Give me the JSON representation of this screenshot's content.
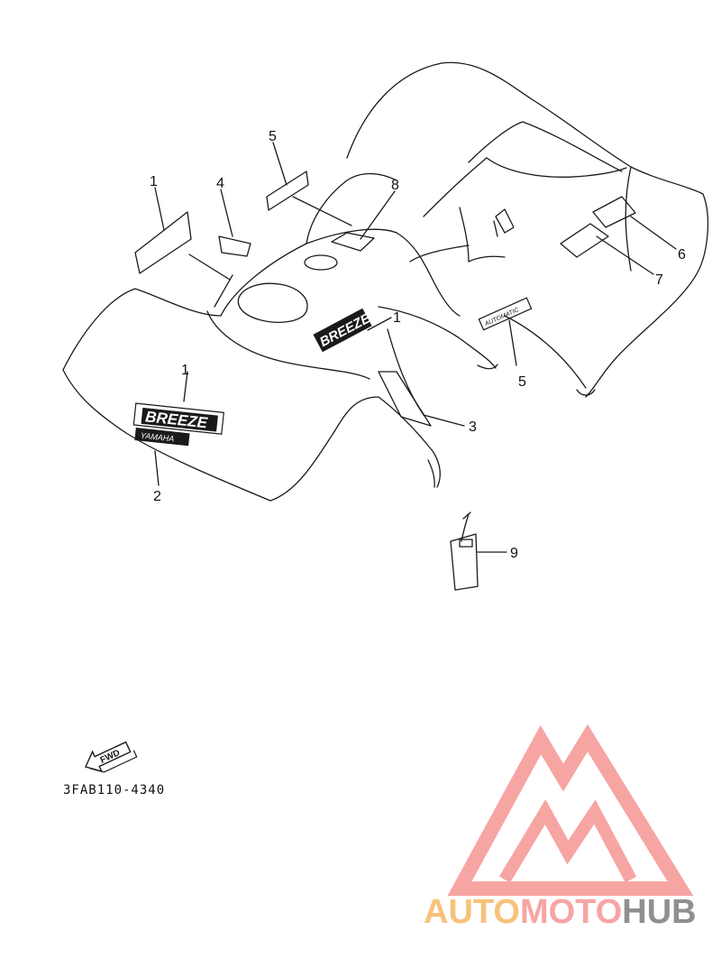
{
  "colors": {
    "line": "#1a1a1a",
    "logo_triangle": "#f6a5a3",
    "brand_auto": "#f7c27a",
    "brand_moto": "#f6a5a3",
    "brand_hub": "#8f8f8f"
  },
  "decals": {
    "breeze_text": "BREEZE",
    "yamaha_text": "YAMAHA",
    "automatic_text": "AUTOMATIC"
  },
  "callouts": [
    {
      "id": "c1a",
      "label": "1"
    },
    {
      "id": "c4",
      "label": "4"
    },
    {
      "id": "c5a",
      "label": "5"
    },
    {
      "id": "c8",
      "label": "8"
    },
    {
      "id": "c6",
      "label": "6"
    },
    {
      "id": "c7",
      "label": "7"
    },
    {
      "id": "c1b",
      "label": "1"
    },
    {
      "id": "c1c",
      "label": "1"
    },
    {
      "id": "c5b",
      "label": "5"
    },
    {
      "id": "c3",
      "label": "3"
    },
    {
      "id": "c2",
      "label": "2"
    },
    {
      "id": "c9",
      "label": "9"
    }
  ],
  "fwd_label": "FWD",
  "part_code": "3FAB110-4340",
  "watermark": {
    "part1": "AUTO",
    "part2": "MOTO",
    "part3": "HUB",
    "icon": "triangle-m-logo-icon"
  }
}
